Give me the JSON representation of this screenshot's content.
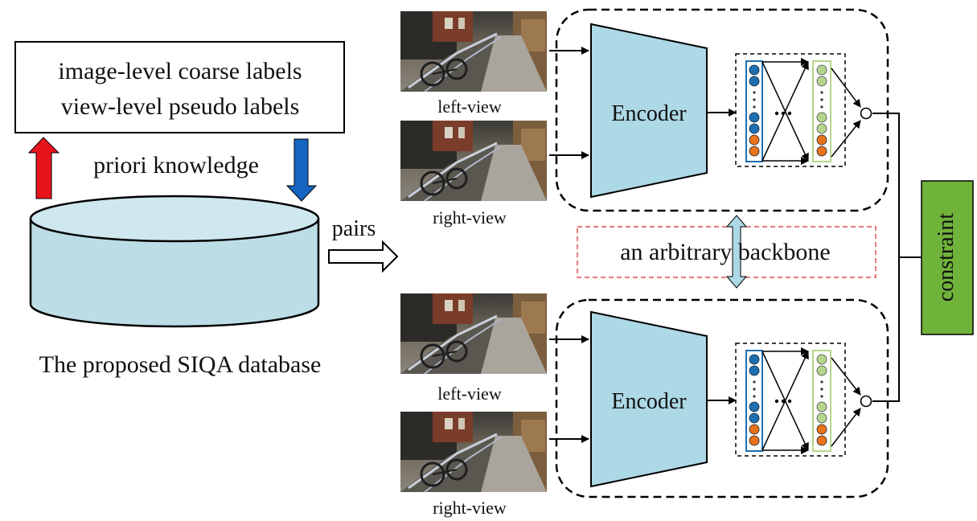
{
  "labels": {
    "label_line_1": "image-level coarse labels",
    "label_line_2": "view-level pseudo labels",
    "knowledge": "priori knowledge",
    "pairs": "pairs",
    "database_caption": "The proposed SIQA database",
    "backbone": "an arbitrary backbone",
    "constraint": "constraint"
  },
  "branches": [
    {
      "encoder_label": "Encoder",
      "views": [
        {
          "caption": "left-view"
        },
        {
          "caption": "right-view"
        }
      ]
    },
    {
      "encoder_label": "Encoder",
      "views": [
        {
          "caption": "left-view"
        },
        {
          "caption": "right-view"
        }
      ]
    }
  ],
  "colors": {
    "database_fill": "#bcdde6",
    "encoder_fill": "#add8e6",
    "up_arrow": "#e8141b",
    "down_arrow": "#1565c0",
    "constraint_fill": "#70b33b",
    "backbone_border": "#e05050",
    "node_blue": "#1f6fb0",
    "node_orange": "#e8731a",
    "node_green": "#b5d68a"
  },
  "icons": {
    "up_arrow": "up-arrow-icon",
    "down_arrow": "down-arrow-icon",
    "hollow_arrow": "hollow-right-arrow-icon",
    "double_arrow": "double-vertical-arrow-icon"
  }
}
